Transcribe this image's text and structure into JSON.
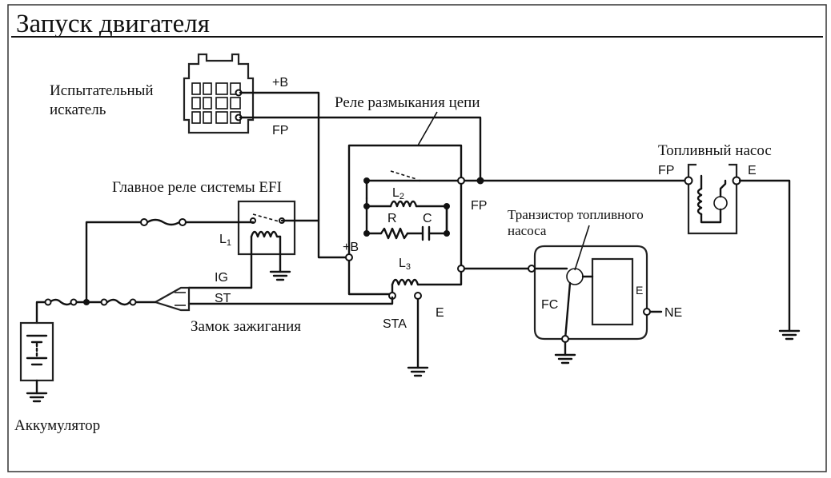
{
  "title": "Запуск двигателя",
  "labels": {
    "tester": [
      "Испытательный",
      "искатель"
    ],
    "circuit_opening_relay": "Реле размыкания цепи",
    "fuel_pump": "Топливный насос",
    "efi_main_relay": "Главное реле системы EFI",
    "fuel_pump_transistor": [
      "Транзистор топливного",
      "насоса"
    ],
    "ignition_switch": "Замок зажигания",
    "battery": "Аккумулятор"
  },
  "terminals": {
    "plus_b_top": "+B",
    "fp_top": "FP",
    "fp_relay": "FP",
    "plus_b_relay": "+B",
    "l2": "L",
    "l2_sub": "2",
    "l3": "L",
    "l3_sub": "3",
    "r": "R",
    "c": "C",
    "sta": "STA",
    "e_relay": "E",
    "l1": "L",
    "l1_sub": "1",
    "ig": "IG",
    "st": "ST",
    "fp_pump": "FP",
    "e_pump": "E",
    "fc": "FC",
    "e_ecu": "E",
    "ne": "NE"
  }
}
